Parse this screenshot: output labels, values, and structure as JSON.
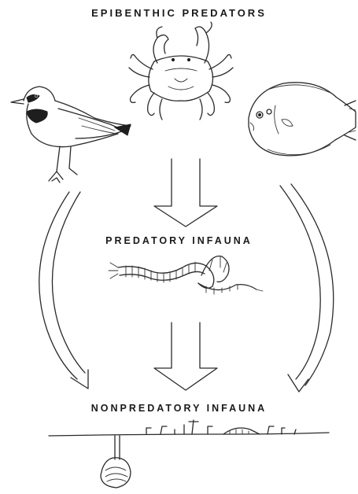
{
  "labels": {
    "top": "EPIBENTHIC PREDATORS",
    "middle": "PREDATORY INFAUNA",
    "bottom": "NONPREDATORY INFAUNA"
  },
  "colors": {
    "ink": "#1e1e1e",
    "background": "#ffffff"
  },
  "icons": [
    "bird-icon",
    "crab-icon",
    "flatfish-icon",
    "worm-icon",
    "clam-icon"
  ]
}
